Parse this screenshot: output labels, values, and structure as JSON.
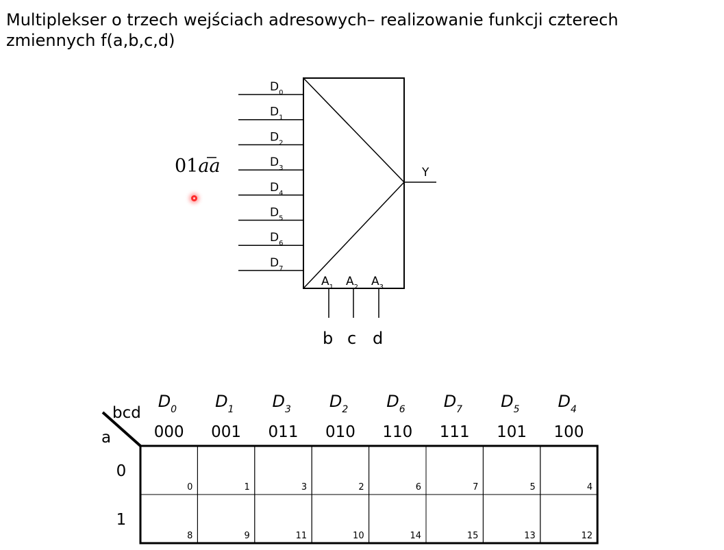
{
  "title": {
    "line1": "Multiplekser o trzech wejściach adresowych– realizowanie funkcji czterech",
    "line2": "zmiennych f(a,b,c,d)"
  },
  "mux": {
    "data_inputs": [
      {
        "base": "D",
        "sub": "0"
      },
      {
        "base": "D",
        "sub": "1"
      },
      {
        "base": "D",
        "sub": "2"
      },
      {
        "base": "D",
        "sub": "3"
      },
      {
        "base": "D",
        "sub": "4"
      },
      {
        "base": "D",
        "sub": "5"
      },
      {
        "base": "D",
        "sub": "6"
      },
      {
        "base": "D",
        "sub": "7"
      }
    ],
    "address_inputs": [
      {
        "base": "A",
        "sub": "1"
      },
      {
        "base": "A",
        "sub": "2"
      },
      {
        "base": "A",
        "sub": "3"
      }
    ],
    "address_vars": [
      "b",
      "c",
      "d"
    ],
    "output_label": "Y",
    "input_values_label": "01aā"
  },
  "kmap": {
    "corner_col_label": "bcd",
    "corner_row_label": "a",
    "column_headers": [
      {
        "base": "D",
        "sub": "0",
        "code": "000"
      },
      {
        "base": "D",
        "sub": "1",
        "code": "001"
      },
      {
        "base": "D",
        "sub": "3",
        "code": "011"
      },
      {
        "base": "D",
        "sub": "2",
        "code": "010"
      },
      {
        "base": "D",
        "sub": "6",
        "code": "110"
      },
      {
        "base": "D",
        "sub": "7",
        "code": "111"
      },
      {
        "base": "D",
        "sub": "5",
        "code": "101"
      },
      {
        "base": "D",
        "sub": "4",
        "code": "100"
      }
    ],
    "row_labels": [
      "0",
      "1"
    ],
    "cells": [
      [
        "0",
        "1",
        "3",
        "2",
        "6",
        "7",
        "5",
        "4"
      ],
      [
        "8",
        "9",
        "11",
        "10",
        "14",
        "15",
        "13",
        "12"
      ]
    ]
  }
}
